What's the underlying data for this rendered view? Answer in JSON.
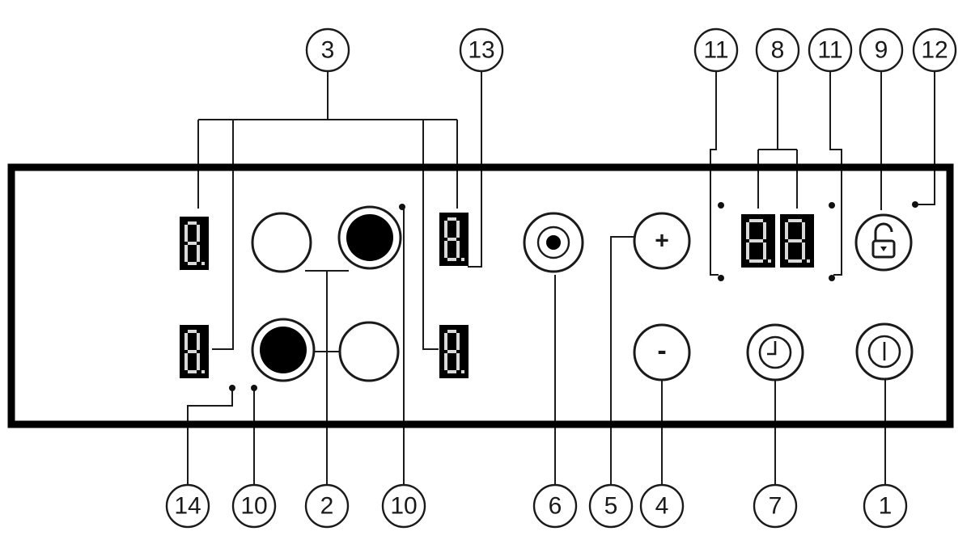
{
  "callouts": {
    "c3": "3",
    "c13": "13",
    "c11a": "11",
    "c8": "8",
    "c11b": "11",
    "c9": "9",
    "c12": "12",
    "c14": "14",
    "c10a": "10",
    "c2": "2",
    "c10b": "10",
    "c6": "6",
    "c5": "5",
    "c4": "4",
    "c7": "7",
    "c1": "1"
  },
  "buttons": {
    "plus": "+",
    "minus": "-"
  },
  "displays": {
    "zone_front_left": "8.",
    "zone_rear_left": "8.",
    "zone_rear_right": "8.",
    "zone_front_right": "8.",
    "timer_tens": "8.",
    "timer_units": "8."
  },
  "icons": {
    "lock": "unlock-padlock-icon",
    "timer": "clock-icon",
    "power": "power-icon",
    "booster": "target-icon"
  },
  "colors": {
    "frame": "#000000",
    "ink": "#1a1a1a",
    "background": "#ffffff"
  }
}
